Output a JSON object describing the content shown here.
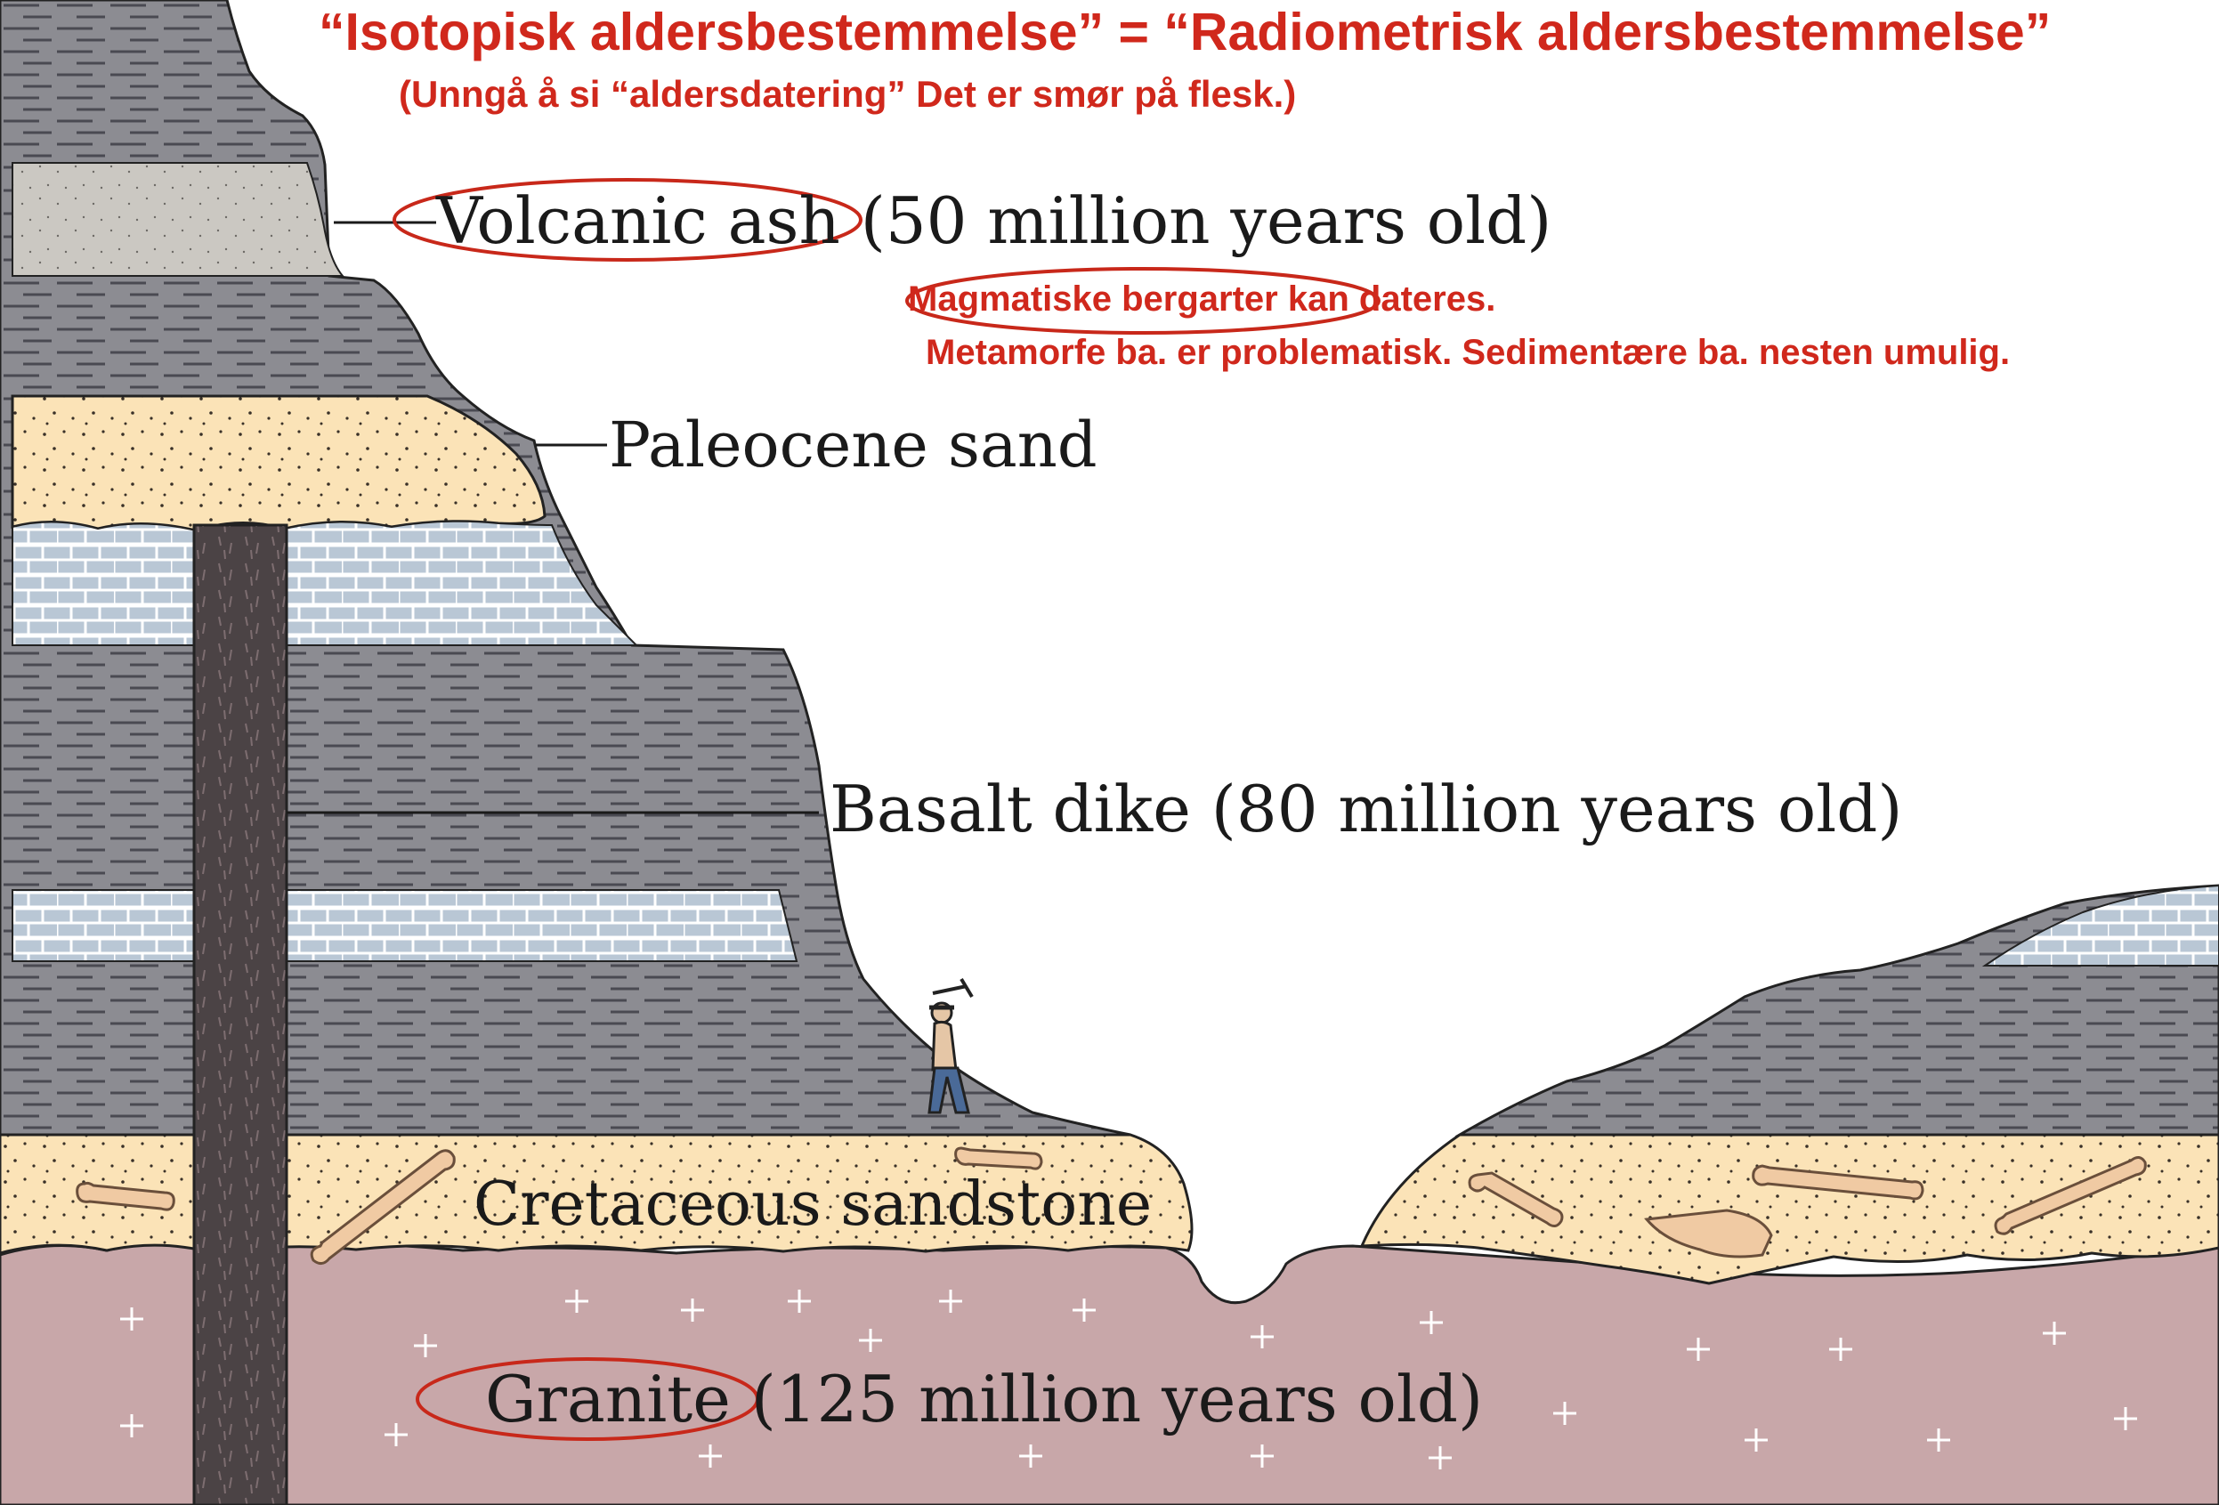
{
  "annotations": {
    "title": "“Isotopisk aldersbestemmelse” = “Radiometrisk aldersbestemmelse”",
    "subtitle": "(Unngå å si “aldersdatering” Det er smør på flesk.)",
    "note_line1_circled": "Magmatiske bergarter",
    "note_line1_rest": " kan dateres.",
    "note_line2": "Metamorfe ba. er problematisk. Sedimentære ba. nesten umulig.",
    "circle_color": "#c8281a"
  },
  "labels": {
    "volcanic_ash": "Volcanic ash (50 million years old)",
    "paleocene_sand": "Paleocene sand",
    "basalt_dike": "Basalt dike (80 million years old)",
    "cretaceous_sandstone": "Cretaceous sandstone",
    "granite": "Granite (125 million years old)"
  },
  "layer_colors": {
    "shale": "#8c8c92",
    "volcanic_ash": "#cbc8c2",
    "paleocene_sand": "#fbe3b7",
    "limestone": "#b9c7d5",
    "cretaceous_sandstone": "#fbe3b7",
    "granite": "#c8a7a9",
    "basalt_dike": "#4b4345",
    "fossil_bone": "#f0caa3"
  },
  "icons": [
    "geologist-figure",
    "fossil-bone",
    "granite-cross"
  ]
}
